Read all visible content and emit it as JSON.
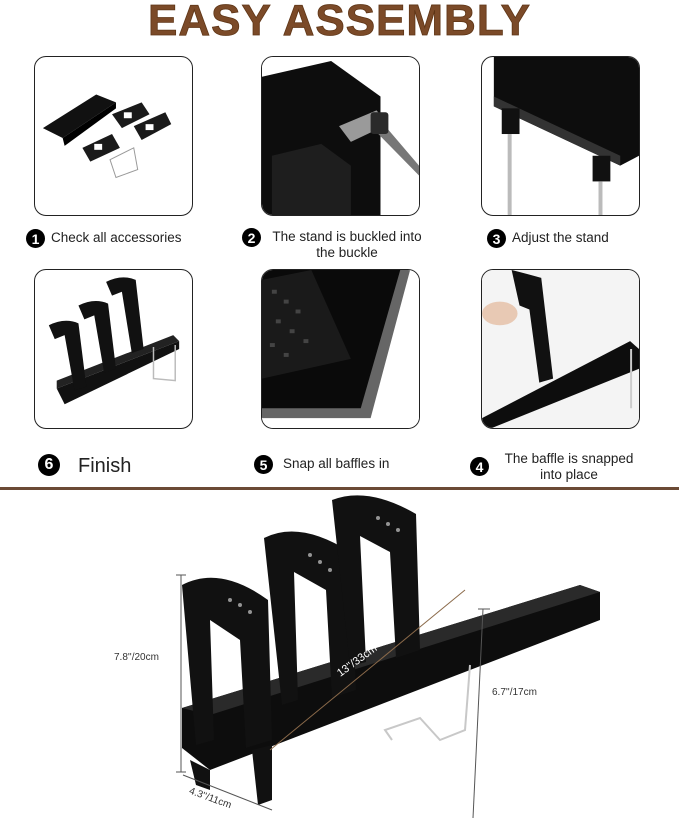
{
  "title": "EASY ASSEMBLY",
  "colors": {
    "title": "#7b4a28",
    "divider": "#6b4a35",
    "badge": "#000000",
    "plastic": "#111111",
    "wire": "#c8c8c8"
  },
  "steps": [
    {
      "number": "1",
      "label": "Check all accessories",
      "image": "accessories-laid-out"
    },
    {
      "number": "2",
      "label": "The stand is buckled into the buckle",
      "image": "stand-buckle-closeup"
    },
    {
      "number": "3",
      "label": "Adjust the stand",
      "image": "stand-legs-closeup"
    },
    {
      "number": "4",
      "label": "The baffle is snapped into place",
      "image": "hand-inserting-baffle"
    },
    {
      "number": "5",
      "label": "Snap all baffles in",
      "image": "baffle-slot-closeup"
    },
    {
      "number": "6",
      "label": "Finish",
      "image": "assembled-rack"
    }
  ],
  "dimensions": {
    "height": "7.8''/20cm",
    "length": "13''/33cm",
    "stand_height": "6.7''/17cm",
    "width": "4.3''/11cm"
  }
}
